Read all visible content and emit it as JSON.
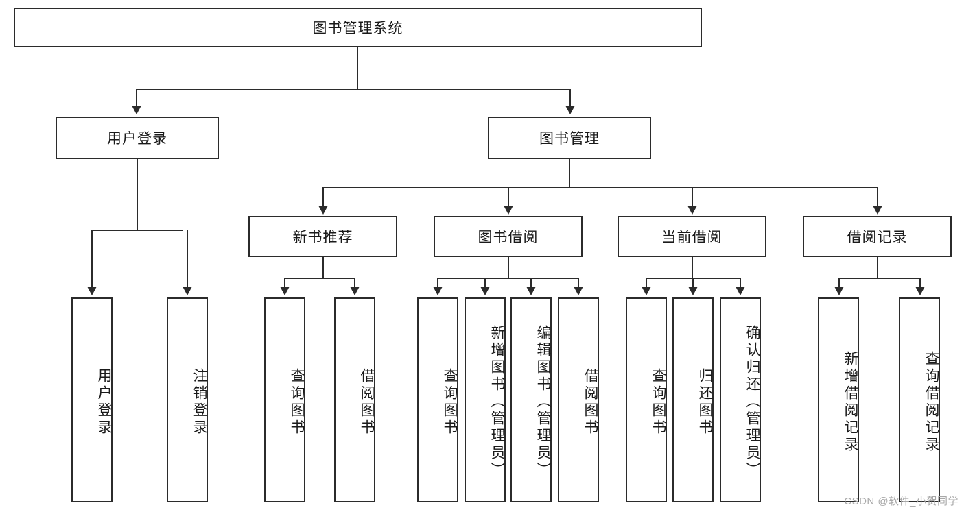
{
  "diagram": {
    "type": "tree",
    "title_node": {
      "label": "图书管理系统"
    },
    "level2": [
      {
        "id": "user-login",
        "label": "用户登录"
      },
      {
        "id": "book-manage",
        "label": "图书管理"
      }
    ],
    "level3": [
      {
        "id": "new-book-recommend",
        "label": "新书推荐"
      },
      {
        "id": "book-borrow",
        "label": "图书借阅"
      },
      {
        "id": "current-borrow",
        "label": "当前借阅"
      },
      {
        "id": "borrow-record",
        "label": "借阅记录"
      }
    ],
    "leaves": {
      "user_login": [
        {
          "id": "leaf-user-login",
          "label": "用户登录"
        },
        {
          "id": "leaf-user-logout",
          "label": "注销登录"
        }
      ],
      "new_book_recommend": [
        {
          "id": "leaf-query-book-1",
          "label": "查询图书"
        },
        {
          "id": "leaf-borrow-book-1",
          "label": "借阅图书"
        }
      ],
      "book_borrow": [
        {
          "id": "leaf-query-book-2",
          "label": "查询图书"
        },
        {
          "id": "leaf-add-book",
          "label": "新增图书（管理员）"
        },
        {
          "id": "leaf-edit-book",
          "label": "编辑图书（管理员）"
        },
        {
          "id": "leaf-borrow-book-2",
          "label": "借阅图书"
        }
      ],
      "current_borrow": [
        {
          "id": "leaf-query-book-3",
          "label": "查询图书"
        },
        {
          "id": "leaf-return-book",
          "label": "归还图书"
        },
        {
          "id": "leaf-confirm-return",
          "label": "确认归还（管理员）"
        }
      ],
      "borrow_record": [
        {
          "id": "leaf-add-record",
          "label": "新增借阅记录"
        },
        {
          "id": "leaf-query-record",
          "label": "查询借阅记录"
        }
      ]
    },
    "watermark": "CSDN @软件_小贺同学",
    "colors": {
      "stroke": "#2b2b2b",
      "fill": "#ffffff",
      "text": "#1a1a1a",
      "watermark": "#a8a8a8"
    }
  }
}
